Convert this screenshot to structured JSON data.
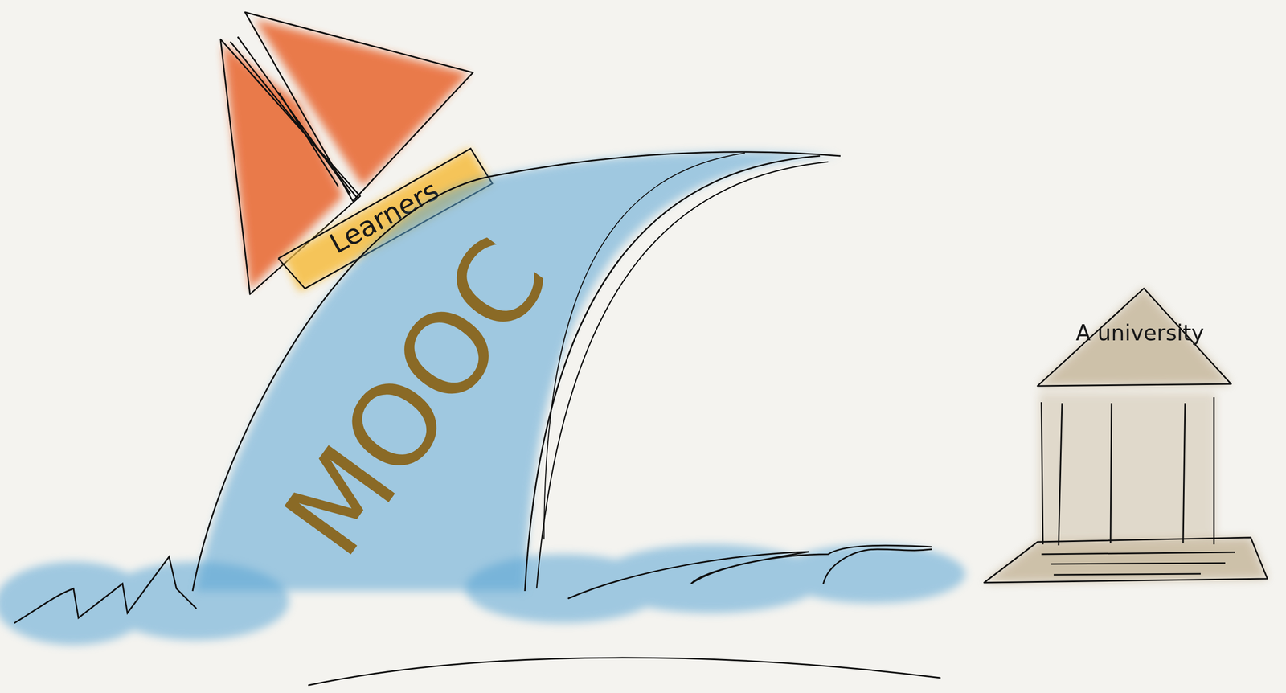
{
  "diagram": {
    "nodes": [
      {
        "text": [
          "Learners"
        ]
      },
      {
        "text": [
          "MOOC"
        ]
      },
      {
        "text": [
          "A university"
        ]
      }
    ]
  }
}
